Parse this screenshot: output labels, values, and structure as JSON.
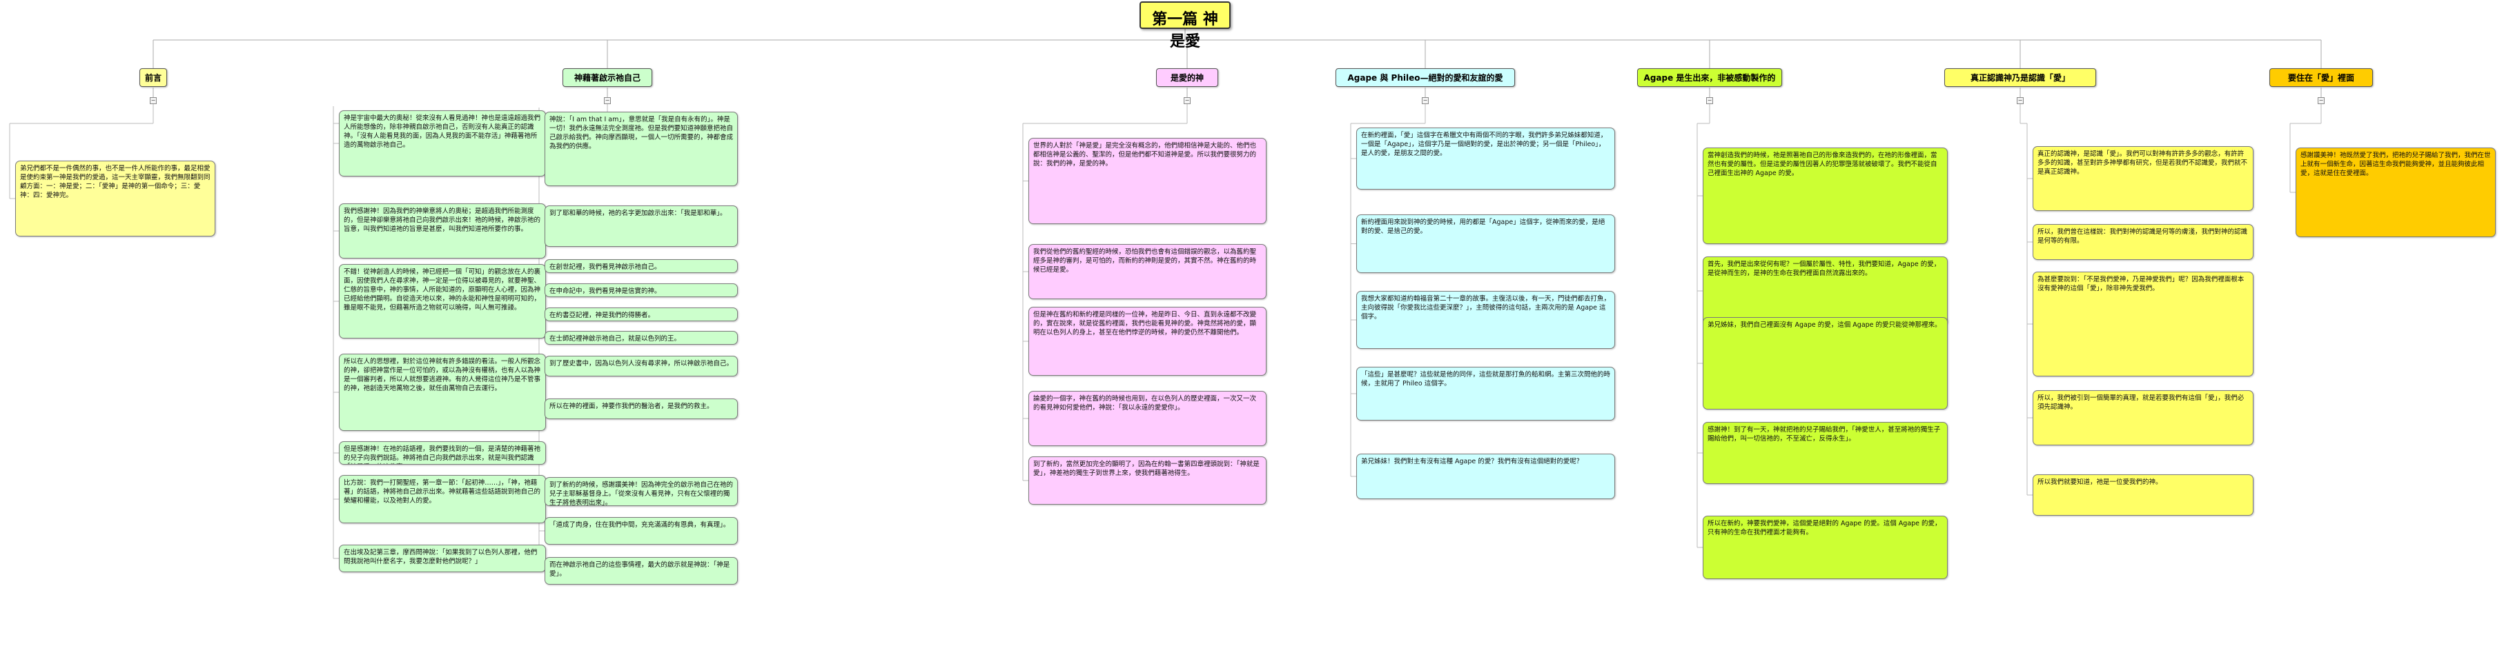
{
  "title": "第一篇 神是愛",
  "branches": [
    {
      "id": "b1",
      "label": "前言",
      "color": "#ffff99",
      "nodes": [
        "弟兄們都不是一件偶然的事，也不是一件人所能作的事，最足相愛是使約束第一神是我們的愛過，這一天主宰顯靈，我們無限翻到同顧方面：一：神是愛；二：「愛神」是神的第一個命令；三：愛神：四：愛神完。"
      ]
    },
    {
      "id": "b2",
      "label": "神藉著啟示祂自己",
      "color": "#ccffcc",
      "nodes": [
        "神是宇宙中最大的奧秘！從來沒有人看見過神！神也是遠遠超過我們人所能想像的，除非神親自啟示祂自己，否則沒有人能真正的認識神。「沒有人能看見我的面，因為人見我的面不能存活」神藉著祂所造的萬物啟示祂自己。",
        "我們感謝神！因為我們的神樂意將人的奧秘；是超過我們所能測度的，但是神卻樂意將祂自己向我們啟示出來！祂的時候，神啟示祂的旨意，叫我們知道祂的旨意是甚麼，叫我們知道祂所要作的事。",
        "不錯！從神創造人的時候，神已經把一個「可知」的觀念放在人的裏面，因使我們人在尋求神，神一定是一位得以被尋見的，就要神聖、仁慈的旨意中，神的事情，人所能知道的，原顯明在人心裡，因為神已經給他們顯明。自從造天地以來，神的永能和神性是明明可知的，雖是眼不能見，但藉著所造之物就可以曉得，叫人無可推諉。",
        "所以在人的思想裡，對於這位神就有許多錯誤的看法。一般人所觀念的神，卻把神當作是一位可怕的，或以為神沒有權柄，也有人以為神是一個審判者，所以人就想要逃避神。有的人覺得這位神乃是不管事的神，祂創造天地萬物之後，就任由萬物自己去運行。",
        "但是感謝神！在祂的話語裡，我們要找到的一個，是清楚的神藉著祂的兒子向我們說話。神將祂自己向我們啟示出來，就是叫我們認識「神是愛」的這件事。",
        "比方說：我們一打開聖經，第一章一節：「起初神……」，「神，祂藉著」的話語，神將祂自己啟示出來。神就藉著這些話語說到祂自己的榮耀和權能，以及祂對人的愛。",
        "在出埃及記第三章，摩西問神說：「如果我到了以色列人那裡，他們問我說祂叫什麼名字，我要怎麼對他們說呢？」",
        "神說：「I am that I am」，意思就是「我是自有永有的」。神是一切！我們永遠無法完全測度祂。但是我們要知道神願意把祂自己啟示給我們。神向摩西顯現，一個人一切所需要的，神都會成為我們的供應。",
        "到了耶和華的時候，祂的名字更加啟示出來：「我是耶和華」。",
        "在創世記裡，我們看見神啟示祂自己。",
        "在申命記中，我們看見神是信實的神。",
        "在約書亞記裡，神是我們的得勝者。",
        "在士師記裡神啟示祂自己，就是以色列的王。",
        "到了歷史書中，因為以色列人沒有尋求神，所以神啟示祂自己。",
        "所以在神的裡面，神要作我們的醫治者，是我們的救主。",
        "到了新約的時候，感謝讚美神！因為神完全的啟示祂自己在祂的兒子主耶穌基督身上。「從來沒有人看見神，只有在父懷裡的獨生子將他表明出來」。",
        "「道成了肉身，住在我們中間，充充滿滿的有恩典，有真理」。",
        "而在神啟示祂自己的這些事情裡，最大的啟示就是神說：「神是愛」。"
      ]
    },
    {
      "id": "b3",
      "label": "是愛的神",
      "color": "#ffccff",
      "nodes": [
        "世界的人對於「神是愛」是完全沒有概念的，他們總相信神是大能的、他們也都相信神是公義的、聖潔的，但是他們都不知道神是愛。所以我們要很努力的說：我們的神，是愛的神。",
        "我們從他們的舊約聖經的時候，恐怕我們也會有這個錯誤的觀念，以為舊約聖經多是神的審判，是可怕的，而新約的神則是愛的，其實不然。神在舊約的時候已經是愛。",
        "但是神在舊約和新約裡是同樣的一位神，祂是昨日、今日、直到永遠都不改變的，實在說來，就是從舊約裡面，我們也能看見神的愛。神竟然將祂的愛，顯明在以色列人的身上，甚至在他們悖逆的時候，神的愛仍然不離開他們。",
        "論愛的一個字，神在舊約的時候也用到，在以色列人的歷史裡面，一次又一次的看見神如何愛他們，神說：「我以永遠的愛愛你」。",
        "到了新約，當然更加完全的顯明了，因為在約翰一書第四章裡頭說到：「神就是愛」，神差祂的獨生子到世界上來，使我們藉著祂得生。"
      ]
    },
    {
      "id": "b4",
      "label": "Agape 與 Phileo—絕對的愛和友誼的愛",
      "color": "#ccffff",
      "nodes": [
        "在新約裡面，「愛」這個字在希臘文中有兩個不同的字眼，我們許多弟兄姊妹都知道，一個是「Agape」，這個字乃是一個絕對的愛，是出於神的愛；另一個是「Phileo」，是人的愛，是朋友之間的愛。",
        "新約裡面用來說到神的愛的時候，用的都是「Agape」這個字，從神而來的愛，是絕對的愛、是捨己的愛。",
        "我想大家都知道約翰福音第二十一章的故事。主復活以後，有一天，門徒們都去打魚，主向彼得說「你愛我比這些更深麼？」，主問彼得的這句話，主兩次用的是 Agape 這個字。",
        "「這些」是甚麼呢？這些就是他的同伴，這些就是那打魚的船和網。主第三次問他的時候，主就用了 Phileo 這個字。",
        "弟兄姊妹！我們對主有沒有這種 Agape 的愛？我們有沒有這個絕對的愛呢？"
      ]
    },
    {
      "id": "b5",
      "label": "Agape 是生出來，非被感動製作的",
      "color": "#ccff33",
      "nodes": [
        "當神創造我們的時候，祂是照著祂自己的形像來造我們的，在祂的形像裡面，當然也有愛的屬性。但是這愛的屬性因著人的犯罪墮落就被破壞了。我們不能從自己裡面生出神的 Agape 的愛。",
        "首先，我們是出來從何有呢？一個屬於屬性、特性，我們要知道，Agape 的愛，是從神而生的，是神的生命在我們裡面自然流露出來的。",
        "弟兄姊妹，我們自己裡面沒有 Agape 的愛，這個 Agape 的愛只能從神那裡來。",
        "感謝神！到了有一天，神就把祂的兒子賜給我們，「神愛世人，甚至將祂的獨生子賜給他們，叫一切信祂的，不至滅亡，反得永生」。",
        "所以在新約，神要我們愛神，這個愛是絕對的 Agape 的愛。這個 Agape 的愛，只有神的生命在我們裡面才能夠有。"
      ]
    },
    {
      "id": "b6",
      "label": "真正認識神乃是認識「愛」",
      "color": "#ffff66",
      "nodes": [
        "真正的認識神，是認識「愛」。我們可以對神有許許多多的觀念，有許許多多的知識，甚至對許多神學都有研究，但是若我們不認識愛，我們就不是真正認識神。",
        "所以，我們曾在這樣說：我們對神的認識是何等的膚淺，我們對神的認識是何等的有限。",
        "為甚麼要說到：「不是我們愛神，乃是神愛我們」呢？因為我們裡面根本沒有愛神的這個「愛」，除非神先愛我們。",
        "所以，我們被引到一個簡單的真理，就是若要我們有這個「愛」，我們必須先認識神。",
        "所以我們就要知道，祂是一位愛我們的神。"
      ]
    },
    {
      "id": "b7",
      "label": "要住在「愛」裡面",
      "color": "#ffcc00",
      "nodes": [
        "感謝讚美神！祂既然愛了我們，把祂的兒子賜給了我們，我們在世上就有一個新生命，因著這生命我們能夠愛神，並且能夠彼此相愛，這就是住在愛裡面。"
      ]
    }
  ]
}
